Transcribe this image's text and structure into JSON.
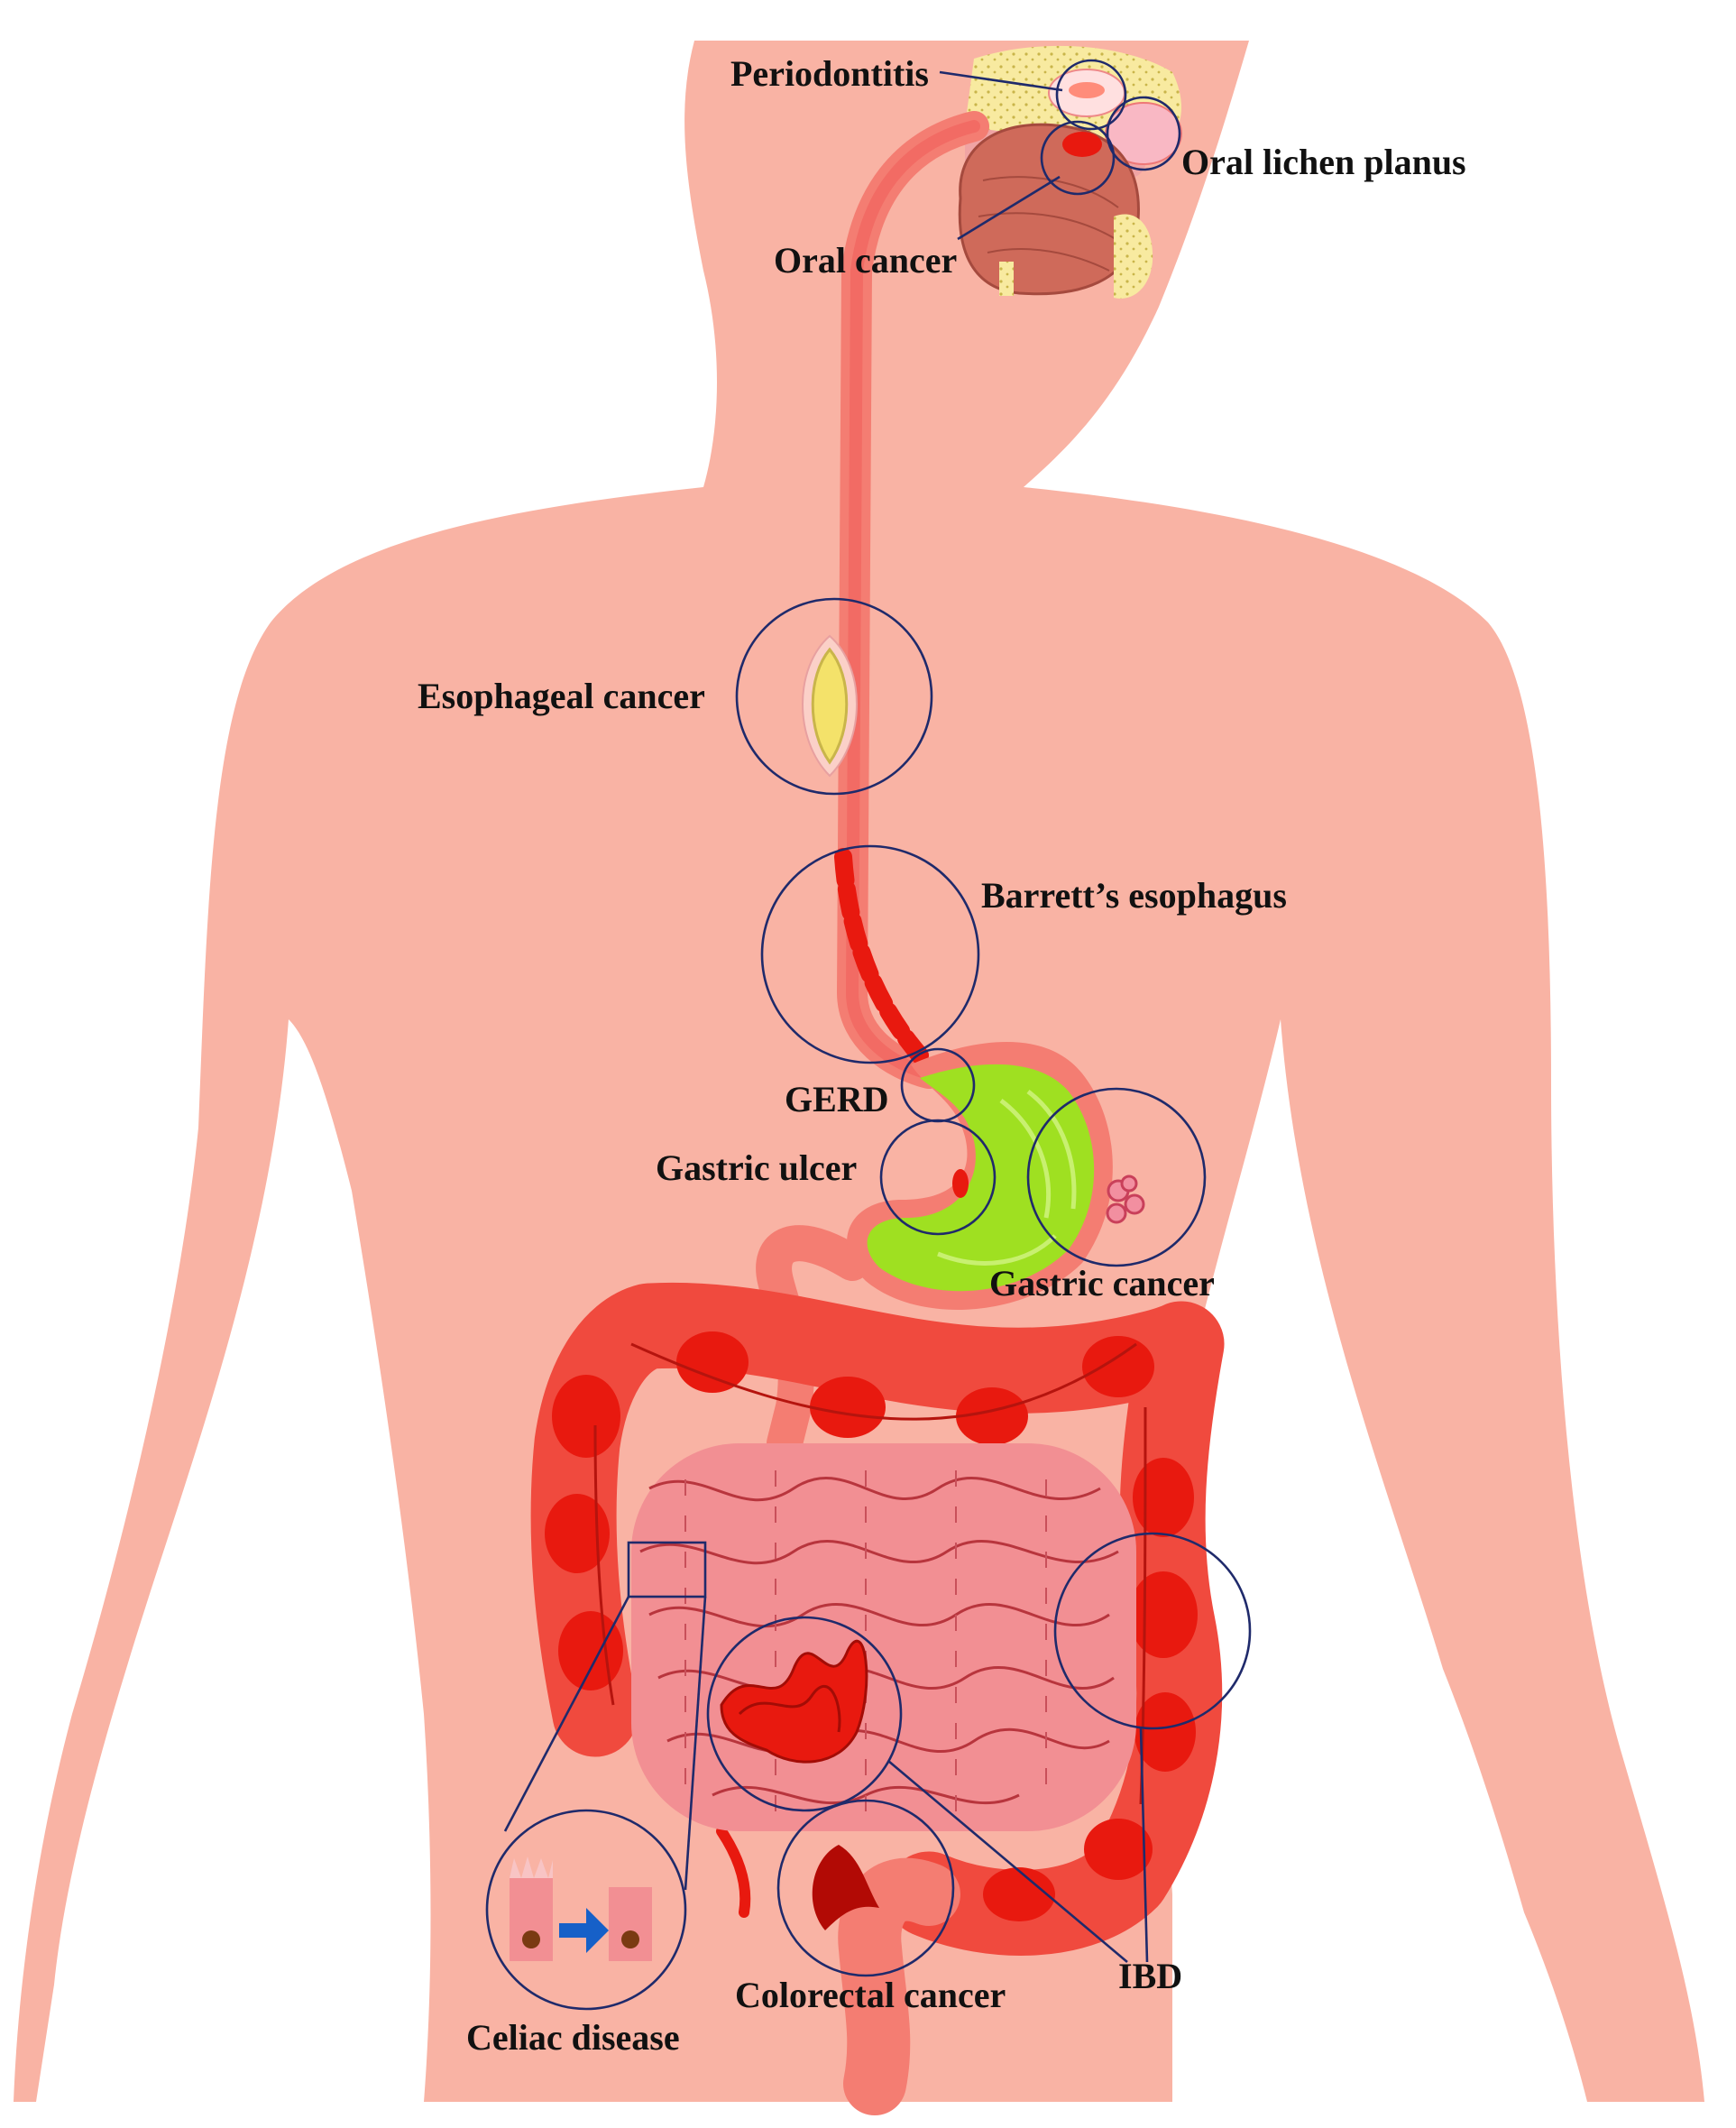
{
  "colors": {
    "skin": "#f9b3a4",
    "tract": "#f47d72",
    "colon": "#e8190f",
    "colon_dark": "#c90d05",
    "small_intestine": "#f28f93",
    "stomach": "#9fe021",
    "annotation": "#1f2a6b",
    "tumor": "#f4e26a"
  },
  "labels": {
    "periodontitis": "Periodontitis",
    "oral_lichen_planus": "Oral lichen planus",
    "oral_cancer": "Oral cancer",
    "esophageal_cancer": "Esophageal cancer",
    "barretts_esophagus": "Barrett’s esophagus",
    "gerd": "GERD",
    "gastric_ulcer": "Gastric ulcer",
    "gastric_cancer": "Gastric cancer",
    "ibd": "IBD",
    "colorectal_cancer": "Colorectal cancer",
    "celiac_disease": "Celiac disease"
  }
}
